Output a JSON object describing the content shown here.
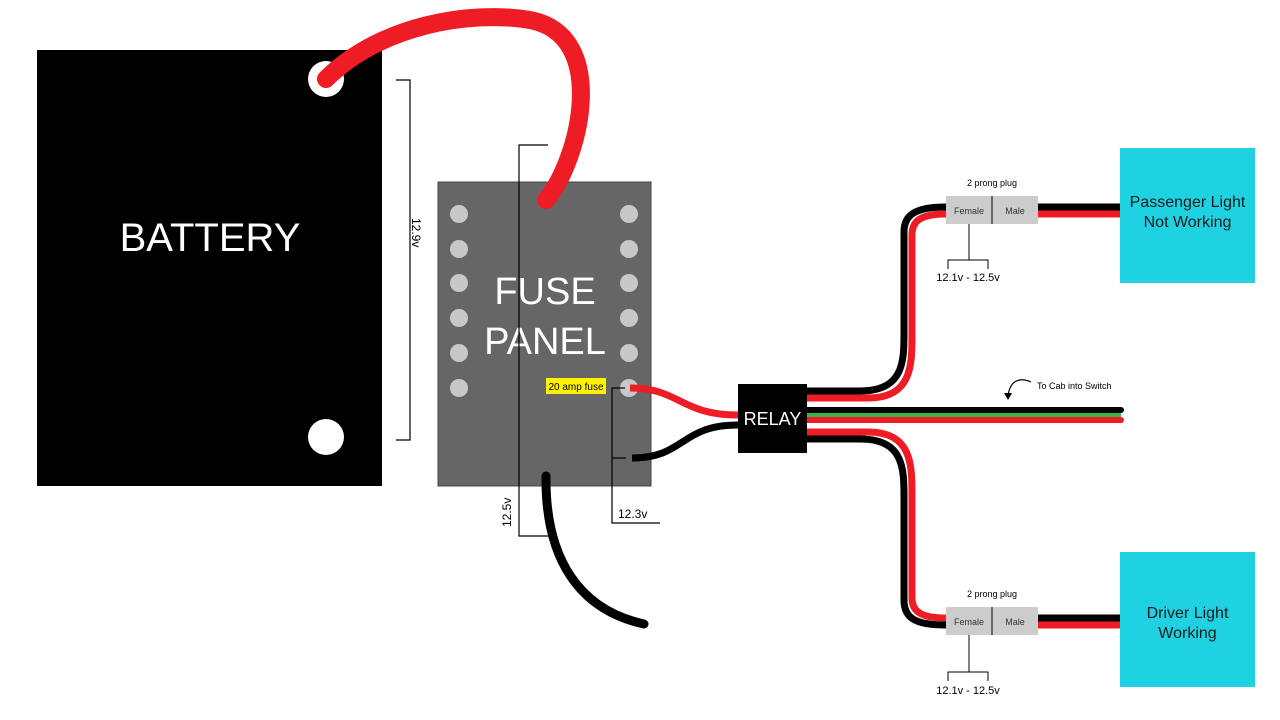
{
  "battery": {
    "label": "BATTERY",
    "voltage": "12.9v"
  },
  "fuse_panel": {
    "line1": "FUSE",
    "line2": "PANEL",
    "fuse_tag": "20 amp fuse",
    "voltage_input": "12.5v",
    "voltage_output": "12.3v"
  },
  "relay": {
    "label": "RELAY"
  },
  "cab_note": "To Cab into Switch",
  "top_plug": {
    "title": "2 prong plug",
    "female": "Female",
    "male": "Male",
    "voltage": "12.1v - 12.5v"
  },
  "bottom_plug": {
    "title": "2 prong plug",
    "female": "Female",
    "male": "Male",
    "voltage": "12.1v - 12.5v"
  },
  "passenger_light": {
    "line1": "Passenger Light",
    "line2": "Not Working"
  },
  "driver_light": {
    "line1": "Driver Light",
    "line2": "Working"
  },
  "colors": {
    "battery": "#000000",
    "fuse_panel": "#666666",
    "fuse_dot": "#c8c8c8",
    "wire_red": "#ee1c25",
    "wire_black": "#000000",
    "wire_green": "#39b54a",
    "light_box": "#1ed2e2",
    "fuse_tag": "#fff200",
    "plug": "#cccccc"
  }
}
